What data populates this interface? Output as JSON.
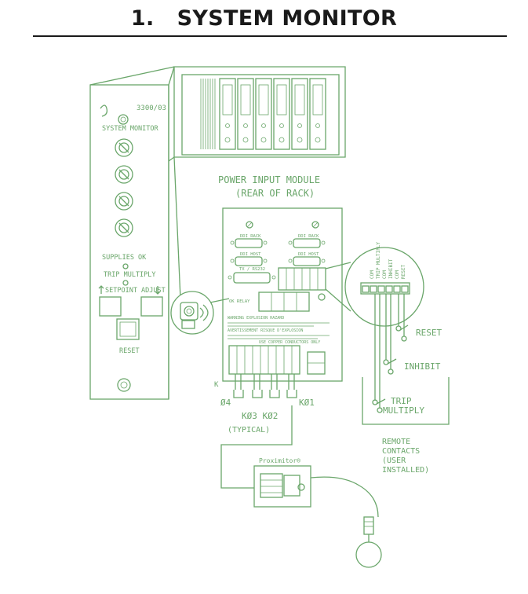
{
  "page": {
    "heading_number": "1.",
    "heading_title": "SYSTEM MONITOR"
  },
  "colors": {
    "line": "#6aa66a",
    "heading": "#1a1a1a"
  },
  "monitor_panel": {
    "model": "3300/03",
    "name": "SYSTEM MONITOR",
    "supplies_ok": "SUPPLIES OK",
    "trip_multiply": "TRIP MULTIPLY",
    "setpoint_adjust": "SETPOINT ADJUST",
    "reset": "RESET"
  },
  "power_module": {
    "title_line1": "POWER INPUT MODULE",
    "title_line2": "(REAR OF RACK)",
    "port_labels": [
      "DDI RACK",
      "DDI RACK",
      "DDI HOST",
      "DDI HOST"
    ],
    "serial_label": "TX / RS232",
    "ok_relay": "OK RELAY",
    "warning_text": "WARNING EXPLOSION HAZARD",
    "avertissement_text": "AVERTISSEMENT RISQUE D'EXPLOSION",
    "copper_text": "USE COPPER CONDUCTORS ONLY",
    "relay_label": "K",
    "terminal_labels": [
      "COM",
      "TRIP MULTIPLY",
      "COM",
      "INHIBIT",
      "COM",
      "RESET"
    ]
  },
  "relays": {
    "k04": "Ø4",
    "k03_k02": "KØ3  KØ2",
    "k01": "KØ1",
    "typical": "(TYPICAL)"
  },
  "contacts": {
    "reset": "RESET",
    "inhibit": "INHIBIT",
    "trip_multiply_line1": "TRIP",
    "trip_multiply_line2": "MULTIPLY",
    "remote_line1": "REMOTE",
    "remote_line2": "CONTACTS",
    "remote_line3": "(USER",
    "remote_line4": "INSTALLED)"
  },
  "proximitor": {
    "label": "Proximitor®"
  }
}
